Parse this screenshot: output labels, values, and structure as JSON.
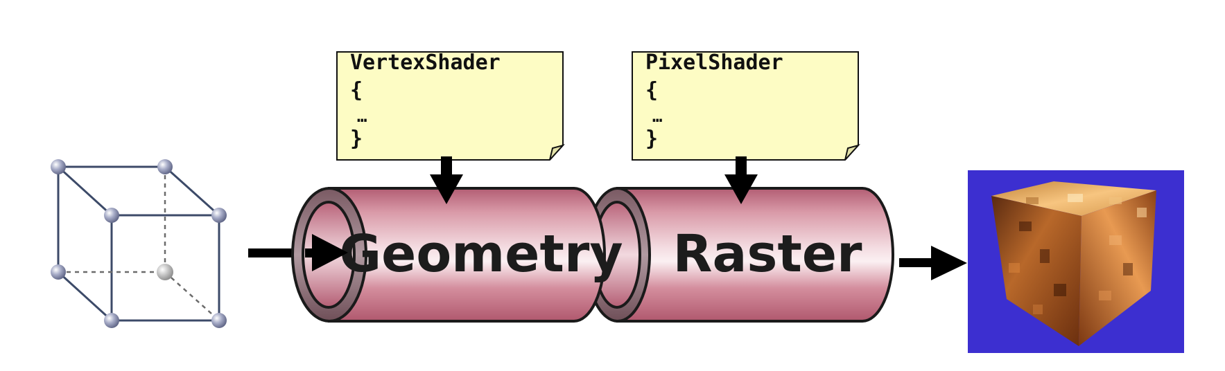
{
  "notes": {
    "vertex": {
      "line1": "VertexShader",
      "line2": "{",
      "line3": "…",
      "line4": "}"
    },
    "pixel": {
      "line1": "PixelShader",
      "line2": "{",
      "line3": "…",
      "line4": "}"
    }
  },
  "pipeline": {
    "geometry_label": "Geometry",
    "raster_label": "Raster"
  },
  "colors": {
    "note_fill": "#fdfcc4",
    "pipe_main": "#c8798a",
    "pipe_dark": "#8b5868",
    "output_bg": "#3c2fd0",
    "wire": "#3c4a68"
  },
  "icons": {
    "input": "wireframe-cube-icon",
    "output": "textured-cube-icon"
  }
}
